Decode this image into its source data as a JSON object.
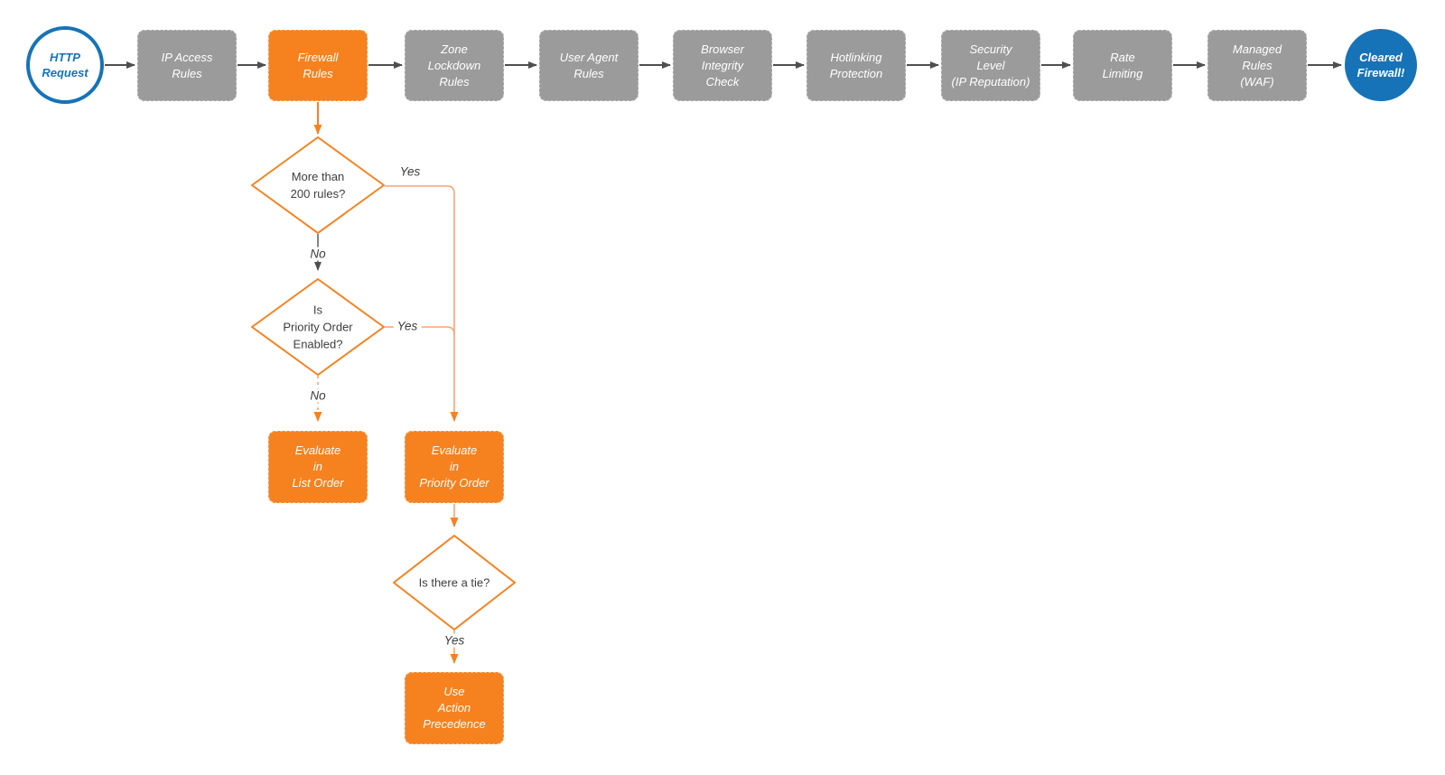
{
  "colors": {
    "orange": "#F6821F",
    "orange_light": "#F9A470",
    "blue": "#1673B8",
    "gray_node": "#9B9B9B",
    "gray_line": "#4F4F4F",
    "text_dark": "#3D3D3D"
  },
  "terminals": {
    "start": {
      "label": "HTTP\nRequest"
    },
    "end": {
      "label": "Cleared\nFirewall!"
    }
  },
  "pipeline": {
    "stages": [
      {
        "label": "IP Access\nRules",
        "highlighted": false
      },
      {
        "label": "Firewall\nRules",
        "highlighted": true
      },
      {
        "label": "Zone\nLockdown\nRules",
        "highlighted": false
      },
      {
        "label": "User Agent\nRules",
        "highlighted": false
      },
      {
        "label": "Browser\nIntegrity\nCheck",
        "highlighted": false
      },
      {
        "label": "Hotlinking\nProtection",
        "highlighted": false
      },
      {
        "label": "Security\nLevel\n(IP Reputation)",
        "highlighted": false
      },
      {
        "label": "Rate\nLimiting",
        "highlighted": false
      },
      {
        "label": "Managed\nRules\n(WAF)",
        "highlighted": false
      }
    ]
  },
  "decisions": {
    "more_than_200": {
      "label": "More than\n200 rules?"
    },
    "priority_enabled": {
      "label": "Is\nPriority Order\nEnabled?"
    },
    "tie": {
      "label": "Is there a tie?"
    }
  },
  "actions": {
    "list_order": {
      "label": "Evaluate\nin\nList Order"
    },
    "priority_order": {
      "label": "Evaluate\nin\nPriority Order"
    },
    "action_precedence": {
      "label": "Use\nAction\nPrecedence"
    }
  },
  "edges": {
    "more_than_200_yes": "Yes",
    "more_than_200_no": "No",
    "priority_enabled_yes": "Yes",
    "priority_enabled_no": "No",
    "tie_yes": "Yes"
  }
}
